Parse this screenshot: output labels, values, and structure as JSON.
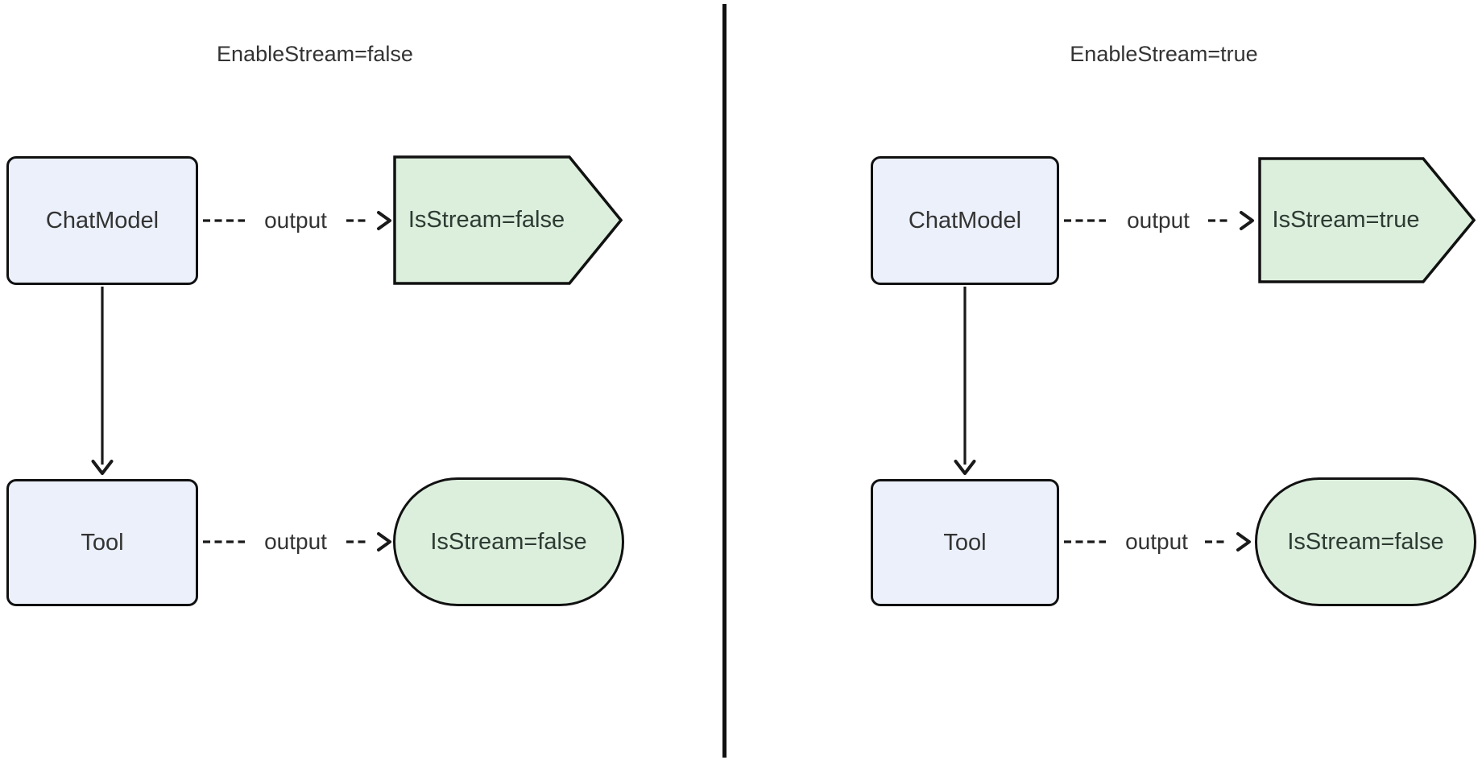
{
  "diagram": {
    "colors": {
      "background": "#FFFFFF",
      "process_fill": "#EBF0FA",
      "process_text": "#333333",
      "result_fill": "#DCEFDD",
      "result_text": "#2E3B33",
      "stroke": "#111111",
      "edge": "#1A1A1A",
      "title_text": "#333333",
      "divider": "#111111"
    },
    "panels": [
      {
        "title": "EnableStream=false",
        "chatmodel_label": "ChatModel",
        "tool_label": "Tool",
        "chatmodel_result": "IsStream=false",
        "tool_result": "IsStream=false",
        "chatmodel_edge_label": "output",
        "tool_edge_label": "output"
      },
      {
        "title": "EnableStream=true",
        "chatmodel_label": "ChatModel",
        "tool_label": "Tool",
        "chatmodel_result": "IsStream=true",
        "tool_result": "IsStream=false",
        "chatmodel_edge_label": "output",
        "tool_edge_label": "output"
      }
    ]
  }
}
